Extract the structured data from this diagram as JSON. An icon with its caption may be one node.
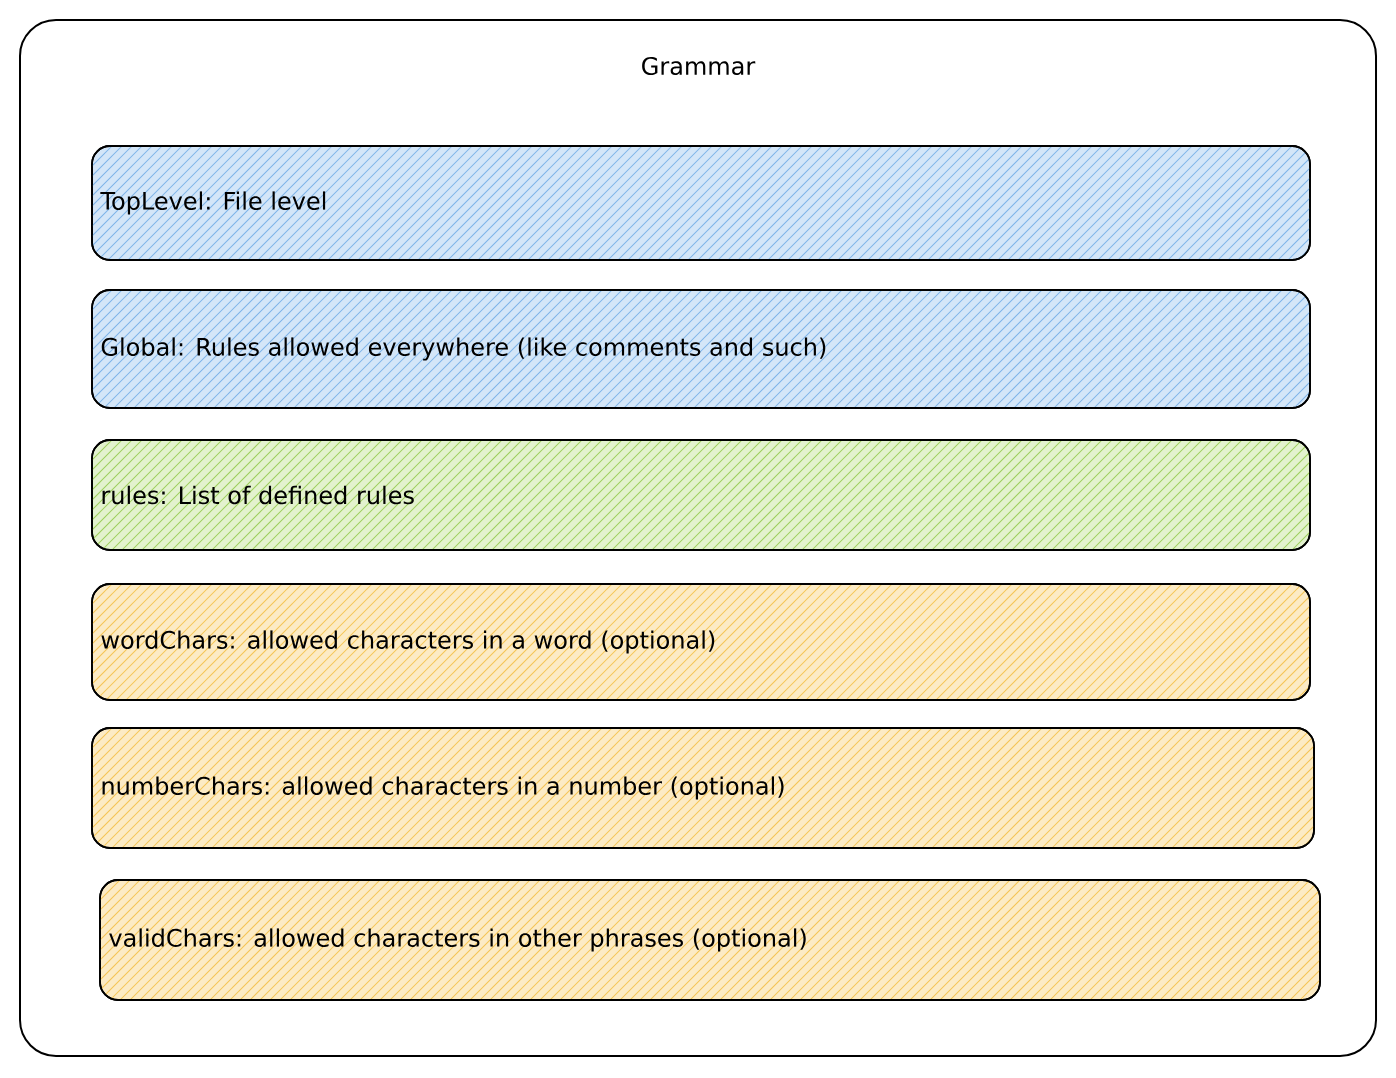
{
  "diagram": {
    "nodes": [
      {
        "text": [
          "Grammar"
        ]
      },
      {
        "text": [
          "TopLevel: File level"
        ],
        "in": 0
      },
      {
        "text": [
          "Global: Rules allowed everywhere (like comments and such)"
        ],
        "in": 0
      },
      {
        "text": [
          "rules: List of defined rules"
        ],
        "in": 0
      },
      {
        "text": [
          "wordChars: allowed characters in a word (optional)"
        ],
        "in": 0
      },
      {
        "text": [
          "numberChars: allowed characters in a number (optional)"
        ],
        "in": 0
      },
      {
        "text": [
          "validChars: allowed characters in other phrases (optional)"
        ],
        "in": 0
      }
    ]
  }
}
